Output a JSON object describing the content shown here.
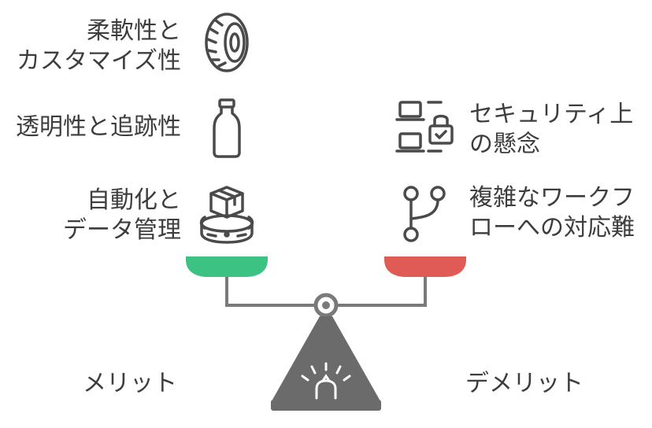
{
  "advantages": {
    "heading": "メリット",
    "items": [
      {
        "label": "柔軟性と\nカスタマイズ性",
        "icon": "tire-icon"
      },
      {
        "label": "透明性と追跡性",
        "icon": "bottle-icon"
      },
      {
        "label": "自動化と\nデータ管理",
        "icon": "package-on-conveyor-icon"
      }
    ],
    "pan_color": "#3cc383"
  },
  "disadvantages": {
    "heading": "デメリット",
    "items": [
      {
        "label": "セキュリティ上\nの懸念",
        "icon": "laptops-lock-icon"
      },
      {
        "label": "複雑なワークフ\nローへの対応難",
        "icon": "workflow-branch-icon"
      }
    ],
    "pan_color": "#e05a56"
  },
  "colors": {
    "icon": "#4a4a4a",
    "scale": "#7a7a7a",
    "base": "#6b6b6b"
  }
}
